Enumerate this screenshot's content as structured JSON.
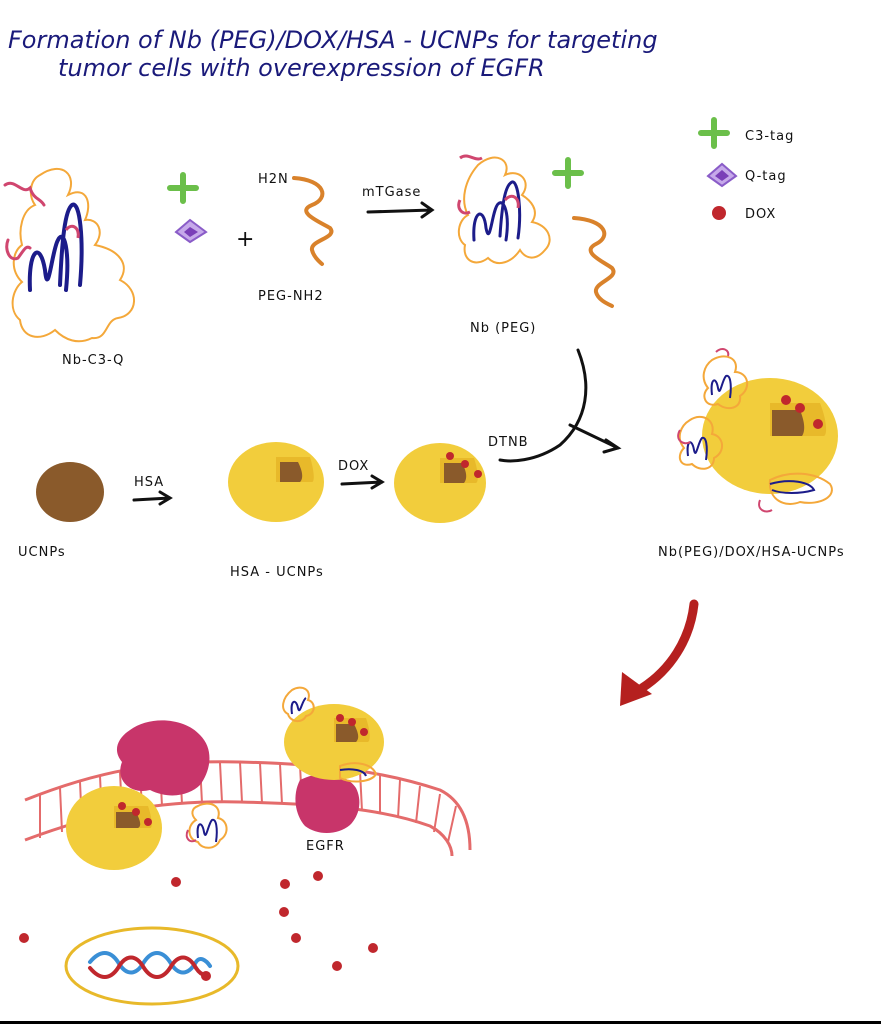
{
  "title": {
    "line1": "Formation of Nb (PEG)/DOX/HSA - UCNPs for targeting",
    "line2": "tumor cells with overexpression of EGFR"
  },
  "legend": {
    "c3_tag": "C3-tag",
    "q_tag": "Q-tag",
    "dox": "DOX"
  },
  "labels": {
    "nb_c3_q": "Nb-C3-Q",
    "plus": "+",
    "h2n": "H2N",
    "peg_nh2": "PEG-NH2",
    "mtgase": "mTGase",
    "nb_peg": "Nb (PEG)",
    "ucnps": "UCNPs",
    "hsa": "HSA",
    "hsa_ucnps": "HSA - UCNPs",
    "dox_step": "DOX",
    "dtnb": "DTNB",
    "final_product": "Nb(PEG)/DOX/HSA-UCNPs",
    "egfr": "EGFR"
  },
  "colors": {
    "title_ink": "#1a1a7a",
    "c3_tag": "#6bbf4a",
    "q_tag": "#8a5cc8",
    "dox": "#c0272d",
    "nanoparticle": "#f2cd3c",
    "ucnp_core": "#8a5a2b",
    "peg": "#d9822b",
    "nb_scaffold": "#f4a83a",
    "nb_loops": "#1c1c8a",
    "tag_pink": "#d0466f",
    "egfr": "#c8356a",
    "membrane": "#e46b6b",
    "dna_red": "#c0272d",
    "dna_blue": "#3a8fd6",
    "arrow_red": "#b5201f"
  }
}
